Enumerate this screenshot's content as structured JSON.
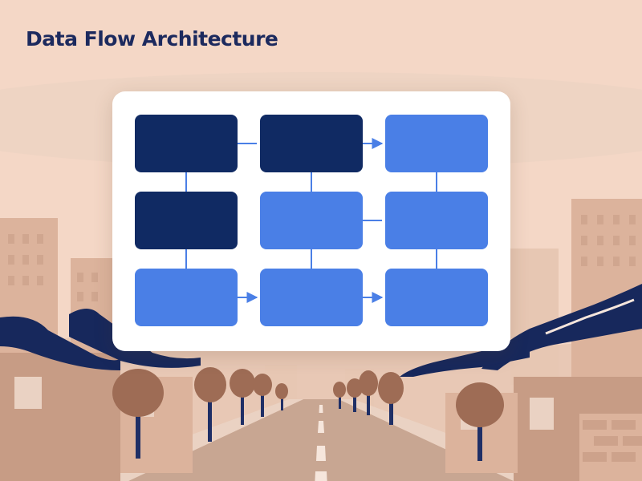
{
  "title": "Data Flow Architecture",
  "colors": {
    "title": "#1c2a5e",
    "dark_node": "#102a63",
    "light_node": "#4a7fe6",
    "connector": "#4a7fe6",
    "sky": "#f4d7c6",
    "haze": "#ead1c1",
    "building": "#dcb39c",
    "building_far": "#e7c7b3",
    "roof": "#17285c",
    "wall": "#c79c85",
    "tree": "#9e6c55",
    "trunk": "#1f2f66",
    "road": "#c8a692",
    "sidewalk": "#ead2c3",
    "lane": "#f6e6dc"
  },
  "diagram": {
    "rows": 3,
    "cols": 3,
    "nodes": [
      {
        "row": 0,
        "col": 0,
        "style": "dark"
      },
      {
        "row": 0,
        "col": 1,
        "style": "dark"
      },
      {
        "row": 0,
        "col": 2,
        "style": "light"
      },
      {
        "row": 1,
        "col": 0,
        "style": "dark"
      },
      {
        "row": 1,
        "col": 1,
        "style": "light"
      },
      {
        "row": 1,
        "col": 2,
        "style": "light"
      },
      {
        "row": 2,
        "col": 0,
        "style": "light"
      },
      {
        "row": 2,
        "col": 1,
        "style": "light"
      },
      {
        "row": 2,
        "col": 2,
        "style": "light"
      }
    ],
    "edges": [
      {
        "from": [
          0,
          0
        ],
        "to": [
          0,
          1
        ],
        "arrow": false
      },
      {
        "from": [
          0,
          1
        ],
        "to": [
          0,
          2
        ],
        "arrow": true
      },
      {
        "from": [
          1,
          1
        ],
        "to": [
          1,
          2
        ],
        "arrow": false
      },
      {
        "from": [
          2,
          0
        ],
        "to": [
          2,
          1
        ],
        "arrow": true
      },
      {
        "from": [
          2,
          1
        ],
        "to": [
          2,
          2
        ],
        "arrow": true
      },
      {
        "from": [
          0,
          0
        ],
        "to": [
          1,
          0
        ],
        "arrow": false
      },
      {
        "from": [
          1,
          0
        ],
        "to": [
          2,
          0
        ],
        "arrow": false
      },
      {
        "from": [
          0,
          1
        ],
        "to": [
          1,
          1
        ],
        "arrow": false
      },
      {
        "from": [
          1,
          1
        ],
        "to": [
          2,
          1
        ],
        "arrow": false
      },
      {
        "from": [
          0,
          2
        ],
        "to": [
          1,
          2
        ],
        "arrow": false
      },
      {
        "from": [
          1,
          2
        ],
        "to": [
          2,
          2
        ],
        "arrow": false
      }
    ]
  }
}
